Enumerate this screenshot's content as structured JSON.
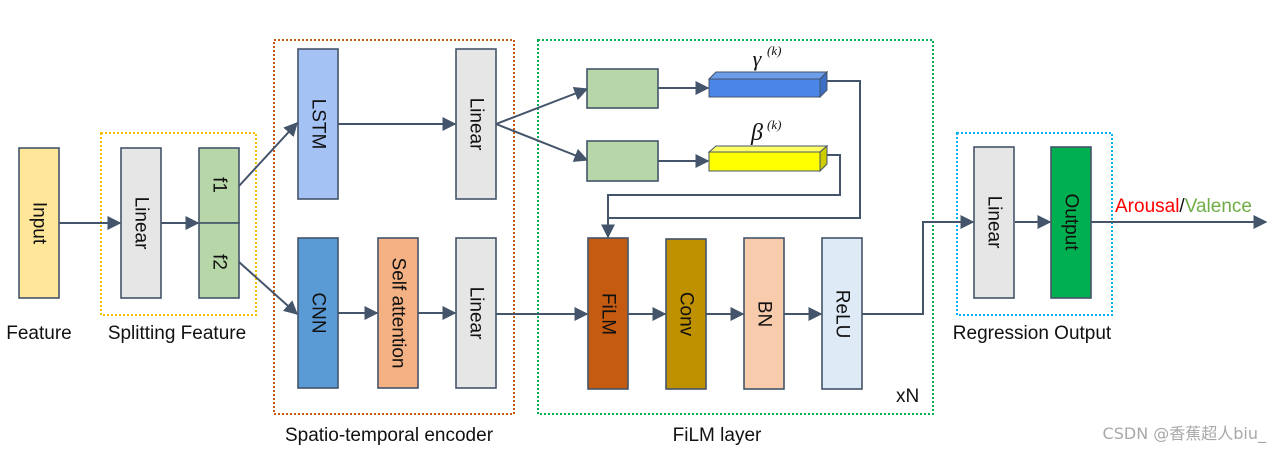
{
  "title": "Spatio-temporal FiLM architecture for Arousal/Valence regression",
  "groups": {
    "feature": {
      "caption": "Feature"
    },
    "splitting": {
      "caption": "Splitting Feature",
      "border_color": "#f5c000"
    },
    "encoder": {
      "caption": "Spatio-temporal encoder",
      "border_color": "#c55a11"
    },
    "film": {
      "caption": "FiLM layer",
      "border_color": "#00b050",
      "repeat": "xN"
    },
    "regression": {
      "caption": "Regression Output",
      "border_color": "#00b0f0"
    }
  },
  "blocks": {
    "input": {
      "label": "Input",
      "color": "#ffe699"
    },
    "split_linear": {
      "label": "Linear",
      "color": "#e7e6e6"
    },
    "f1": {
      "label": "f1",
      "color": "#b7d7a8"
    },
    "f2": {
      "label": "f2",
      "color": "#b7d7a8"
    },
    "lstm": {
      "label": "LSTM",
      "color": "#a4c2f4"
    },
    "lstm_linear": {
      "label": "Linear",
      "color": "#e7e6e6"
    },
    "cnn": {
      "label": "CNN",
      "color": "#5b9bd5"
    },
    "self_attention": {
      "label": "Self attention",
      "color": "#f4b183"
    },
    "cnn_linear": {
      "label": "Linear",
      "color": "#e7e6e6"
    },
    "gamma_fc": {
      "label": "",
      "color": "#b7d7a8"
    },
    "beta_fc": {
      "label": "",
      "color": "#b7d7a8"
    },
    "film": {
      "label": "FiLM",
      "color": "#c55a11"
    },
    "conv": {
      "label": "Conv",
      "color": "#bf9000"
    },
    "bn": {
      "label": "BN",
      "color": "#f8cbad"
    },
    "relu": {
      "label": "ReLU",
      "color": "#deebf7"
    },
    "reg_linear": {
      "label": "Linear",
      "color": "#e7e6e6"
    },
    "output": {
      "label": "Output",
      "color": "#00b050"
    }
  },
  "vectors": {
    "gamma": {
      "symbol": "γ",
      "superscript": "(k)",
      "color": "#4a86e8"
    },
    "beta": {
      "symbol": "β",
      "superscript": "(k)",
      "color": "#ffff00"
    }
  },
  "output_label": {
    "arousal": "Arousal",
    "arousal_color": "#ff0000",
    "separator": "/",
    "valence": "Valence",
    "valence_color": "#70ad47"
  },
  "watermark": "CSDN @香蕉超人biu_"
}
